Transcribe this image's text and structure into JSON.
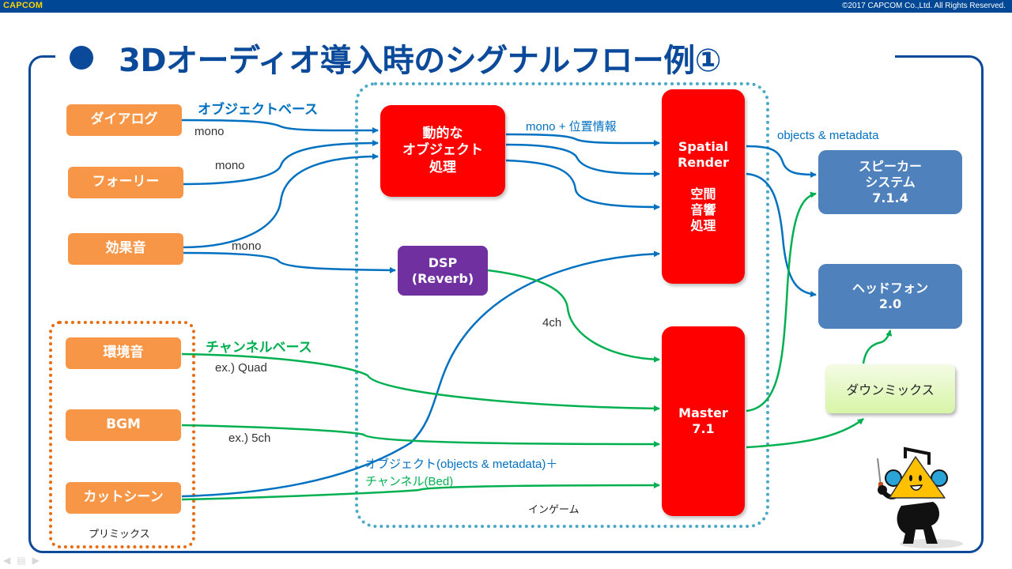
{
  "header": {
    "brand": "CAPCOM",
    "copyright": "©2017 CAPCOM Co.,Ltd. All Rights Reserved."
  },
  "slide": {
    "title": "3Dオーディオ導入時のシグナルフロー例①"
  },
  "groups": {
    "ingame_label": "インゲーム",
    "premix_label": "プリミックス"
  },
  "sources": {
    "dialog": "ダイアログ",
    "foley": "フォーリー",
    "sfx": "効果音",
    "ambience": "環境音",
    "bgm": "BGM",
    "cutscene": "カットシーン"
  },
  "processors": {
    "object": "動的な\nオブジェクト\n処理",
    "dsp": "DSP\n(Reverb)",
    "spatial": "Spatial\nRender\n\n空間\n音響\n処理",
    "master": "Master\n7.1"
  },
  "outputs": {
    "speaker": "スピーカー\nシステム\n7.1.4",
    "headphone": "ヘッドフォン\n2.0",
    "downmix": "ダウンミックス"
  },
  "labels": {
    "object_based": "オブジェクトベース",
    "channel_based": "チャンネルベース",
    "mono_1": "mono",
    "mono_2": "mono",
    "mono_3": "mono",
    "mono_position": "mono + 位置情報",
    "objects_metadata": "objects & metadata",
    "ch4": "4ch",
    "quad": "ex.) Quad",
    "ch5": "ex.) 5ch",
    "object_plus": "オブジェクト(objects & metadata)＋",
    "channel_bed": "チャンネル(Bed)"
  },
  "colors": {
    "object_flow": "#0070c0",
    "channel_flow": "#00b050",
    "source_node": "#f79646",
    "processor_node": "#ff0000",
    "dsp_node": "#7030a0",
    "output_node": "#4f81bd",
    "title": "#0b4a9a"
  },
  "mascot": "mascot-character"
}
